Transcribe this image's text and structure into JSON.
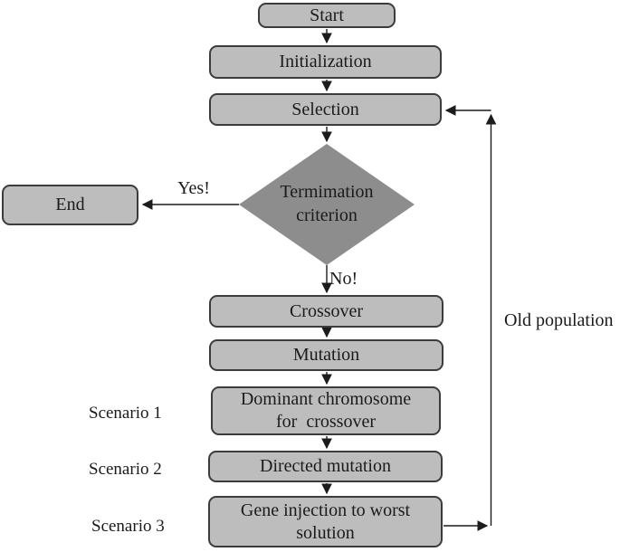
{
  "nodes": {
    "start": {
      "label": "Start"
    },
    "initialization": {
      "label": "Initialization"
    },
    "selection": {
      "label": "Selection"
    },
    "termination": {
      "label": "Termimation\ncriterion"
    },
    "end": {
      "label": "End"
    },
    "crossover": {
      "label": "Crossover"
    },
    "mutation": {
      "label": "Mutation"
    },
    "dominant": {
      "label": "Dominant chromosome\nfor  crossover"
    },
    "directed": {
      "label": "Directed mutation"
    },
    "gene_injection": {
      "label": "Gene injection to worst\nsolution"
    }
  },
  "edge_labels": {
    "yes": "Yes!",
    "no": "No!",
    "old_population": "Old population"
  },
  "side_labels": {
    "scenario1": "Scenario 1",
    "scenario2": "Scenario 2",
    "scenario3": "Scenario 3"
  },
  "colors": {
    "box_fill": "#bdbdbd",
    "diamond_fill": "#8d8d8d",
    "box_border": "#3c3c3c",
    "line": "#1c1c1c",
    "text": "#1b1b1b",
    "bg": "#ffffff"
  }
}
